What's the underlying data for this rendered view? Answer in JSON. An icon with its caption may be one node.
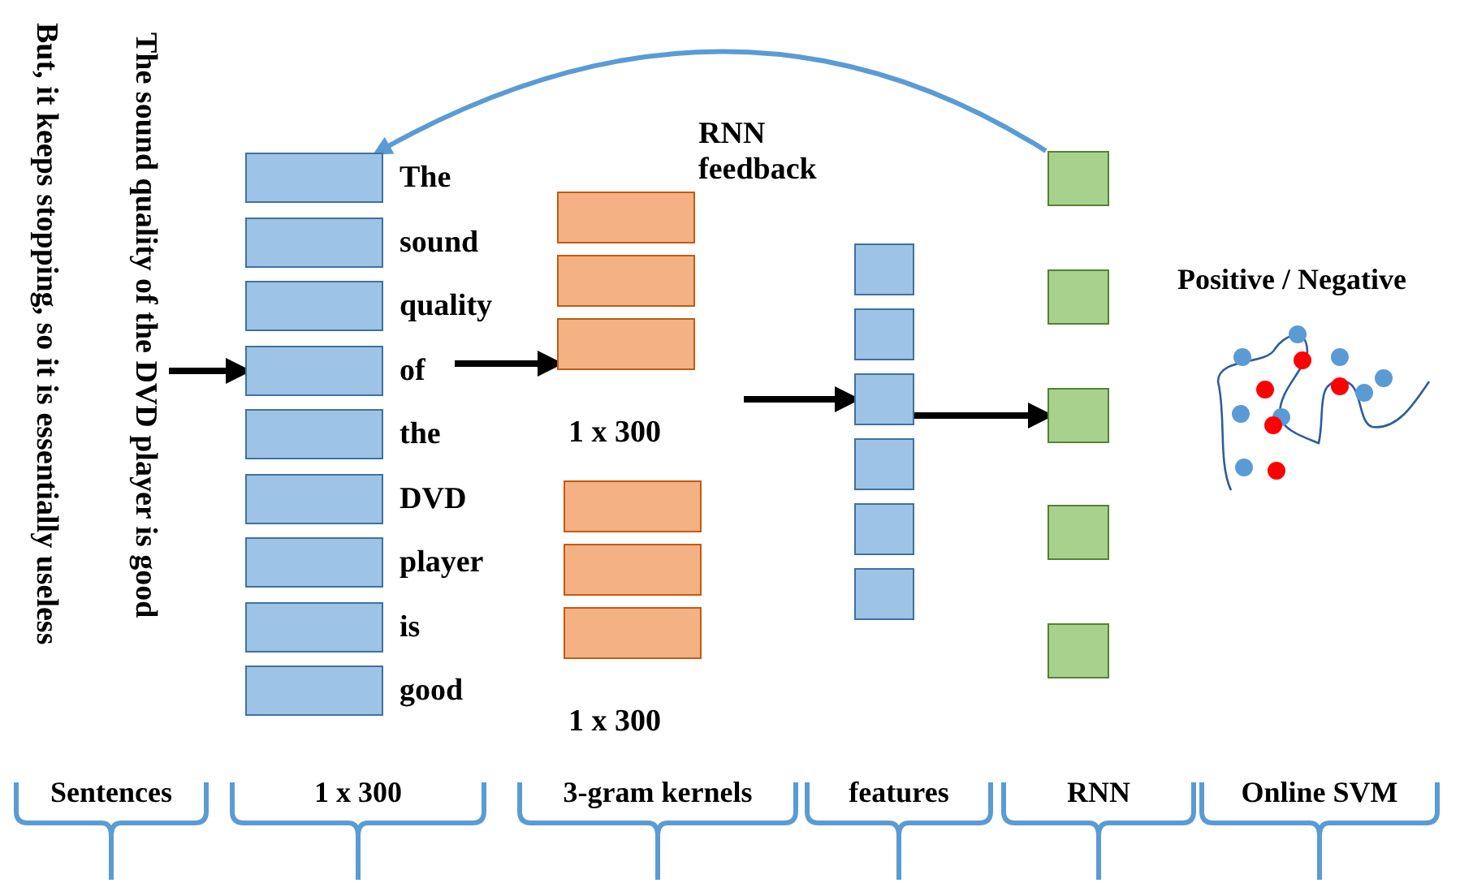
{
  "diagram": {
    "nodes": [
      {
        "text": [
          "But, it keeps stopping, so it is essentially useless",
          "The sound quality of the DVD player is good"
        ]
      },
      {
        "text": [],
        "shape": "box",
        "beside": [
          "The"
        ]
      },
      {
        "text": [],
        "shape": "box",
        "beside": [
          "sound"
        ]
      },
      {
        "text": [],
        "shape": "box",
        "beside": [
          "quality"
        ]
      },
      {
        "text": [],
        "shape": "box",
        "beside": [
          "of"
        ]
      },
      {
        "text": [],
        "shape": "box",
        "beside": [
          "the"
        ]
      },
      {
        "text": [],
        "shape": "box",
        "beside": [
          "DVD"
        ]
      },
      {
        "text": [],
        "shape": "box",
        "beside": [
          "player"
        ]
      },
      {
        "text": [],
        "shape": "box",
        "beside": [
          "is"
        ]
      },
      {
        "text": [],
        "shape": "box",
        "beside": [
          "good"
        ]
      },
      {
        "text": [],
        "shape": "box"
      },
      {
        "text": [],
        "shape": "box"
      },
      {
        "text": [],
        "shape": "box",
        "beside": [
          "1 x 300"
        ]
      },
      {
        "text": [],
        "shape": "box"
      },
      {
        "text": [],
        "shape": "box"
      },
      {
        "text": [],
        "shape": "box",
        "beside": [
          "1 x 300"
        ]
      },
      {
        "text": [],
        "shape": "box"
      },
      {
        "text": [],
        "shape": "box"
      },
      {
        "text": [],
        "shape": "box"
      },
      {
        "text": [],
        "shape": "box"
      },
      {
        "text": [],
        "shape": "box"
      },
      {
        "text": [],
        "shape": "box"
      },
      {
        "text": [],
        "shape": "box"
      },
      {
        "text": [],
        "shape": "box"
      },
      {
        "text": [],
        "shape": "box"
      },
      {
        "text": [],
        "shape": "box"
      },
      {
        "text": [],
        "shape": "box"
      },
      {
        "text": [
          "Positive / Negative"
        ]
      }
    ],
    "edges": [
      {
        "from": 0,
        "to": 4,
        "arrow": "to"
      },
      {
        "from": null,
        "to": 12,
        "arrow": "to"
      },
      {
        "from": null,
        "to": 18,
        "arrow": "to"
      },
      {
        "from": 18,
        "to": 24,
        "arrow": "to"
      },
      {
        "from": 22,
        "to": 1,
        "arrow": "to",
        "label": "RNN feedback",
        "color": "#5b9bd5"
      }
    ],
    "labels": [
      "Sentences",
      "1 x 300",
      "3-gram kernels",
      "features",
      "RNN",
      "Online SVM"
    ]
  }
}
